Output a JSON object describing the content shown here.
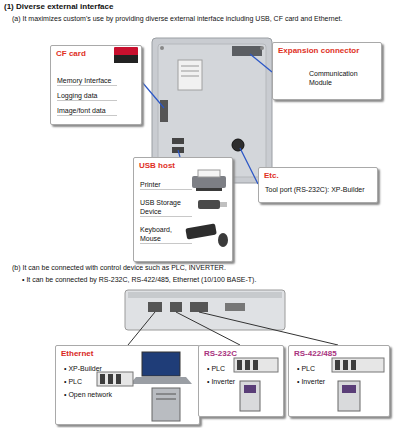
{
  "diagram": {
    "title": "(1) Diverse external interface",
    "nodes": [
      {
        "text": [
          "CF card",
          "Memory Interface",
          "Logging data",
          "Image/font data"
        ]
      },
      {
        "text": [
          "Expansion connector",
          "Communication Module"
        ]
      },
      {
        "text": [
          "USB host",
          "Printer",
          "USB Storage Device",
          "Keyboard, Mouse"
        ]
      },
      {
        "text": [
          "Etc.",
          "Tool port (RS-232C): XP-Builder"
        ]
      },
      {
        "text": [
          "Ethernet",
          "• XP-Builder",
          "• PLC",
          "• Open network"
        ]
      },
      {
        "text": [
          "RS-232C",
          "• PLC",
          "• Inverter"
        ]
      },
      {
        "text": [
          "RS-422/485",
          "• PLC",
          "• Inverter"
        ]
      }
    ],
    "labels": [
      "(a) It maximizes custom's use by providing diverse external interface including USB, CF card and Ethernet.",
      "(b) It can be connected with control device such as PLC, INVERTER.",
      "• It can be connected by RS-232C, RS-422/485, Ethernet (10/100 BASE-T)."
    ]
  }
}
